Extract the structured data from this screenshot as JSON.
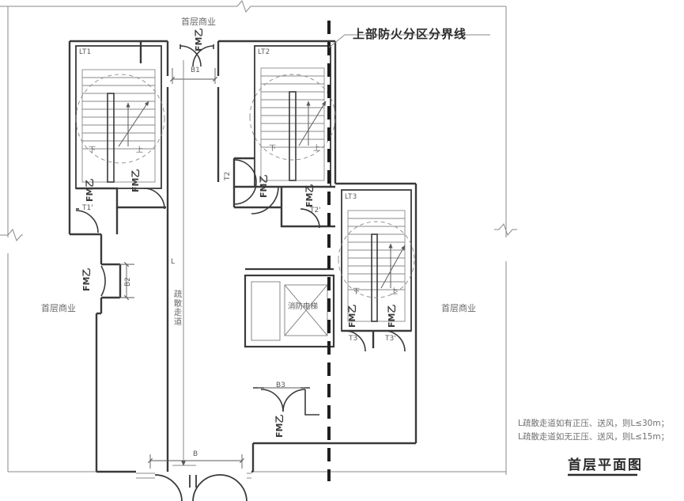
{
  "drawing": {
    "title": "首层平面图",
    "header_note": "上部防火分区分界线",
    "notes": [
      "L疏散走道如有正压、送风，则L≤30m；",
      "L疏散走道如无正压、送风，则L≤15m；"
    ]
  },
  "rooms": {
    "commercial_top": "首层商业",
    "commercial_left": "首层商业",
    "commercial_right": "首层商业",
    "corridor_vertical": "疏散走道",
    "elevator": "消防电梯"
  },
  "stairs": [
    {
      "id": "LT1",
      "label": "LT1",
      "down": "下",
      "up": "上"
    },
    {
      "id": "LT2",
      "label": "LT2",
      "down": "下",
      "up": "上"
    },
    {
      "id": "LT3",
      "label": "LT3",
      "down": "下",
      "up": "上"
    }
  ],
  "doors": {
    "fire_door_label": "FM乙",
    "instances": [
      {
        "name": "fm-top-entry",
        "code": ""
      },
      {
        "name": "fm-lt1-left",
        "code": "T1'"
      },
      {
        "name": "fm-lt1-right",
        "code": ""
      },
      {
        "name": "fm-lt2-left",
        "code": "T2"
      },
      {
        "name": "fm-lt2-mid",
        "code": ""
      },
      {
        "name": "fm-lt2-right",
        "code": "T2'"
      },
      {
        "name": "fm-lt3-left",
        "code": "T3"
      },
      {
        "name": "fm-lt3-right",
        "code": "T3'"
      },
      {
        "name": "fm-bottom",
        "code": ""
      },
      {
        "name": "fm-left-mid",
        "code": ""
      }
    ]
  },
  "dimensions": {
    "B": "B",
    "B1": "B1",
    "B2": "B2",
    "B3": "B3",
    "L": "L"
  },
  "stair_codes": {
    "t1p": "T1'",
    "t2": "T2",
    "t2p": "T2'",
    "t3": "T3",
    "t3p": "T3'"
  },
  "colors": {
    "wall": "#3a3a3a",
    "thin": "#8a8a8a",
    "text": "#5a5a5a",
    "heavy": "#1f1f1f"
  }
}
